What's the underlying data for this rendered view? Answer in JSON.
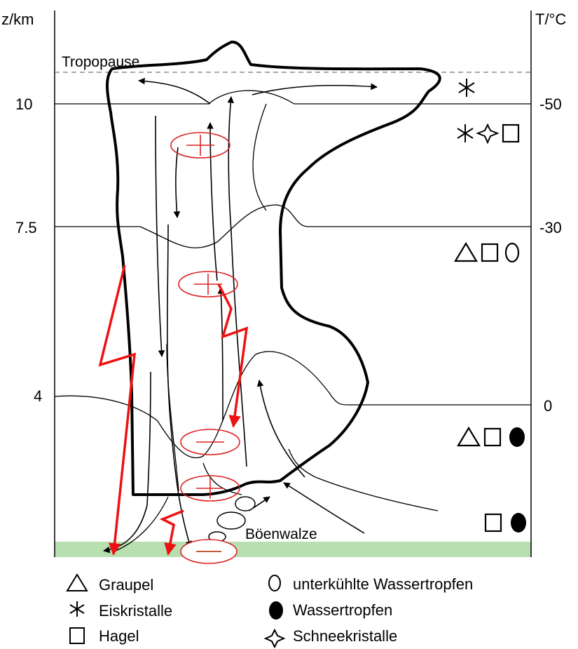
{
  "axes": {
    "left_label": "z/km",
    "right_label": "T/°C",
    "left_ticks": [
      "10",
      "7.5",
      "4"
    ],
    "right_ticks": [
      "-50",
      "-30",
      "0"
    ]
  },
  "annotations": {
    "tropopause": "Tropopause",
    "gust_front": "Böenwalze"
  },
  "legend": {
    "graupel": "Graupel",
    "eiskristalle": "Eiskristalle",
    "hagel": "Hagel",
    "unterkuehlte": "unterkühlte Wassertropfen",
    "wassertropfen": "Wassertropfen",
    "schneekristalle": "Schneekristalle"
  },
  "charge_signs": [
    "plus",
    "plus",
    "minus",
    "plus",
    "minus"
  ],
  "colors": {
    "lightning": "#ee1111",
    "charge": "#dd2222",
    "ground": "#b7dfb0",
    "cloud_outline": "#000000"
  },
  "icons": {
    "eiskristalle": "asterisk-icon",
    "hagel": "square-icon",
    "graupel": "triangle-icon",
    "unterkuehlte": "open-circle-icon",
    "wassertropfen": "filled-circle-icon",
    "schneekristalle": "four-point-star-icon"
  }
}
